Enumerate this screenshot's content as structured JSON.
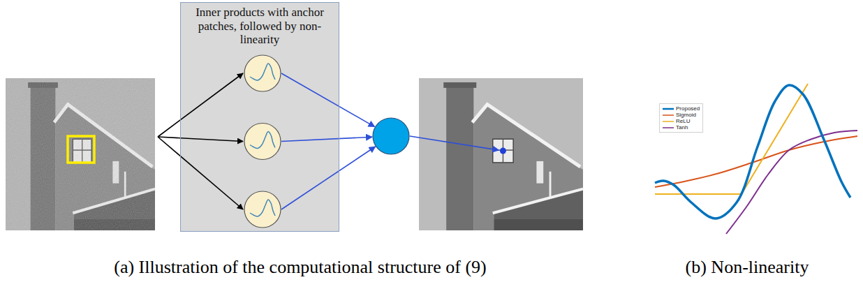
{
  "diagram": {
    "nodes": [
      {
        "text": [
          "Inner products with anchor patches, followed by non-linearity"
        ]
      }
    ],
    "labels": [
      "(a) Illustration of the computational structure of (9)",
      "(b) Non-linearity"
    ],
    "legend": [
      {
        "text": "Proposed"
      },
      {
        "text": "Sigmoid"
      },
      {
        "text": "ReLU"
      },
      {
        "text": "Tanh"
      }
    ]
  }
}
